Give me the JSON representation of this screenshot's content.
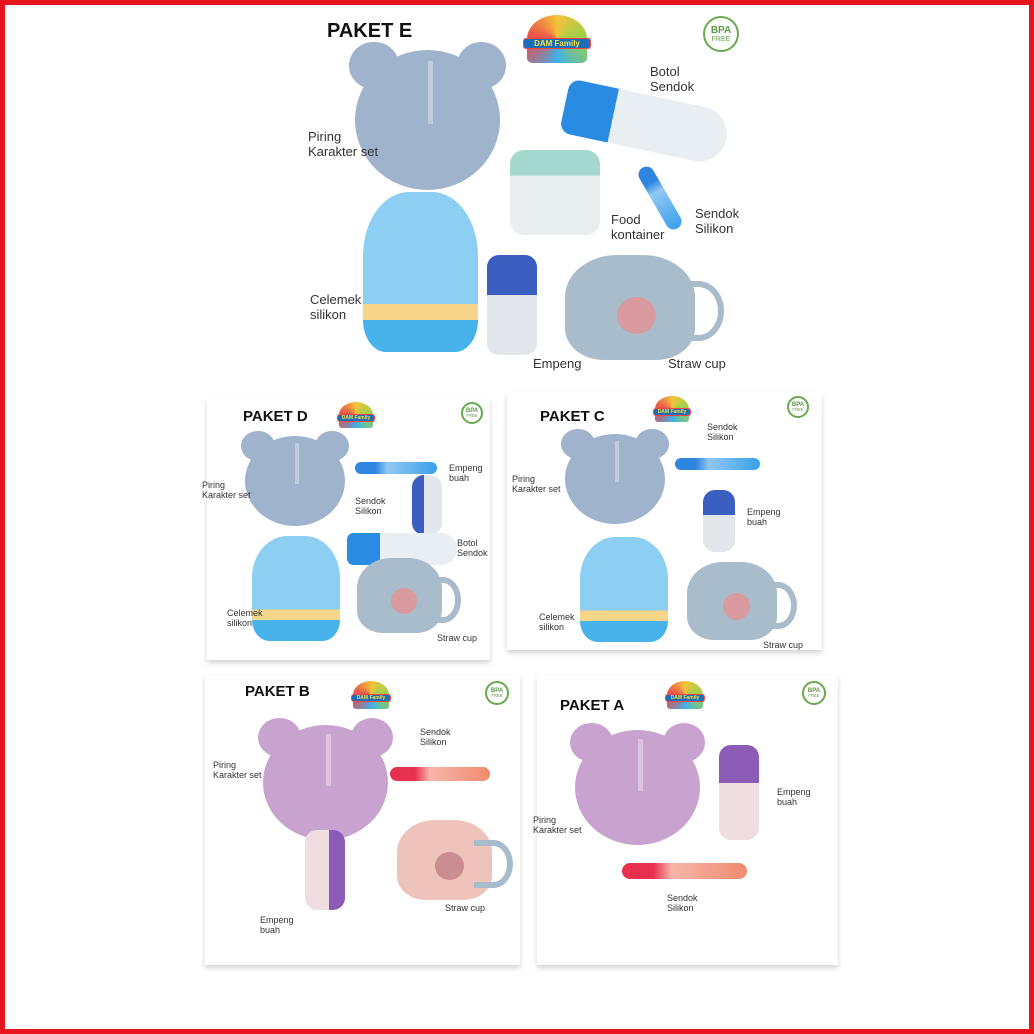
{
  "logo": {
    "text": "DAM Family"
  },
  "badge": {
    "line1": "BPA",
    "line2": "FREE"
  },
  "colors": {
    "border": "#e8141b",
    "plate_blue": "#9fb3cc",
    "plate_pink": "#c9a3d0"
  },
  "paket_e": {
    "title": "PAKET E",
    "labels": {
      "piring": "Piring\nKarakter set",
      "botol": "Botol\nSendok",
      "food": "Food\nkontainer",
      "sendok": "Sendok\nSilikon",
      "celemek": "Celemek\nsilikon",
      "empeng": "Empeng",
      "cup": "Straw cup"
    }
  },
  "paket_d": {
    "title": "PAKET D",
    "labels": {
      "piring": "Piring\nKarakter set",
      "sendok": "Sendok\nSilikon",
      "empeng": "Empeng\nbuah",
      "botol": "Botol\nSendok",
      "celemek": "Celemek\nsilikon",
      "cup": "Straw cup"
    }
  },
  "paket_c": {
    "title": "PAKET C",
    "labels": {
      "piring": "Piring\nKarakter set",
      "sendok": "Sendok\nSilikon",
      "empeng": "Empeng\nbuah",
      "celemek": "Celemek\nsilikon",
      "cup": "Straw cup"
    }
  },
  "paket_b": {
    "title": "PAKET B",
    "labels": {
      "piring": "Piring\nKarakter set",
      "sendok": "Sendok\nSilikon",
      "empeng": "Empeng\nbuah",
      "cup": "Straw cup"
    }
  },
  "paket_a": {
    "title": "PAKET A",
    "labels": {
      "piring": "Piring\nKarakter set",
      "empeng": "Empeng\nbuah",
      "sendok": "Sendok\nSilikon"
    }
  }
}
